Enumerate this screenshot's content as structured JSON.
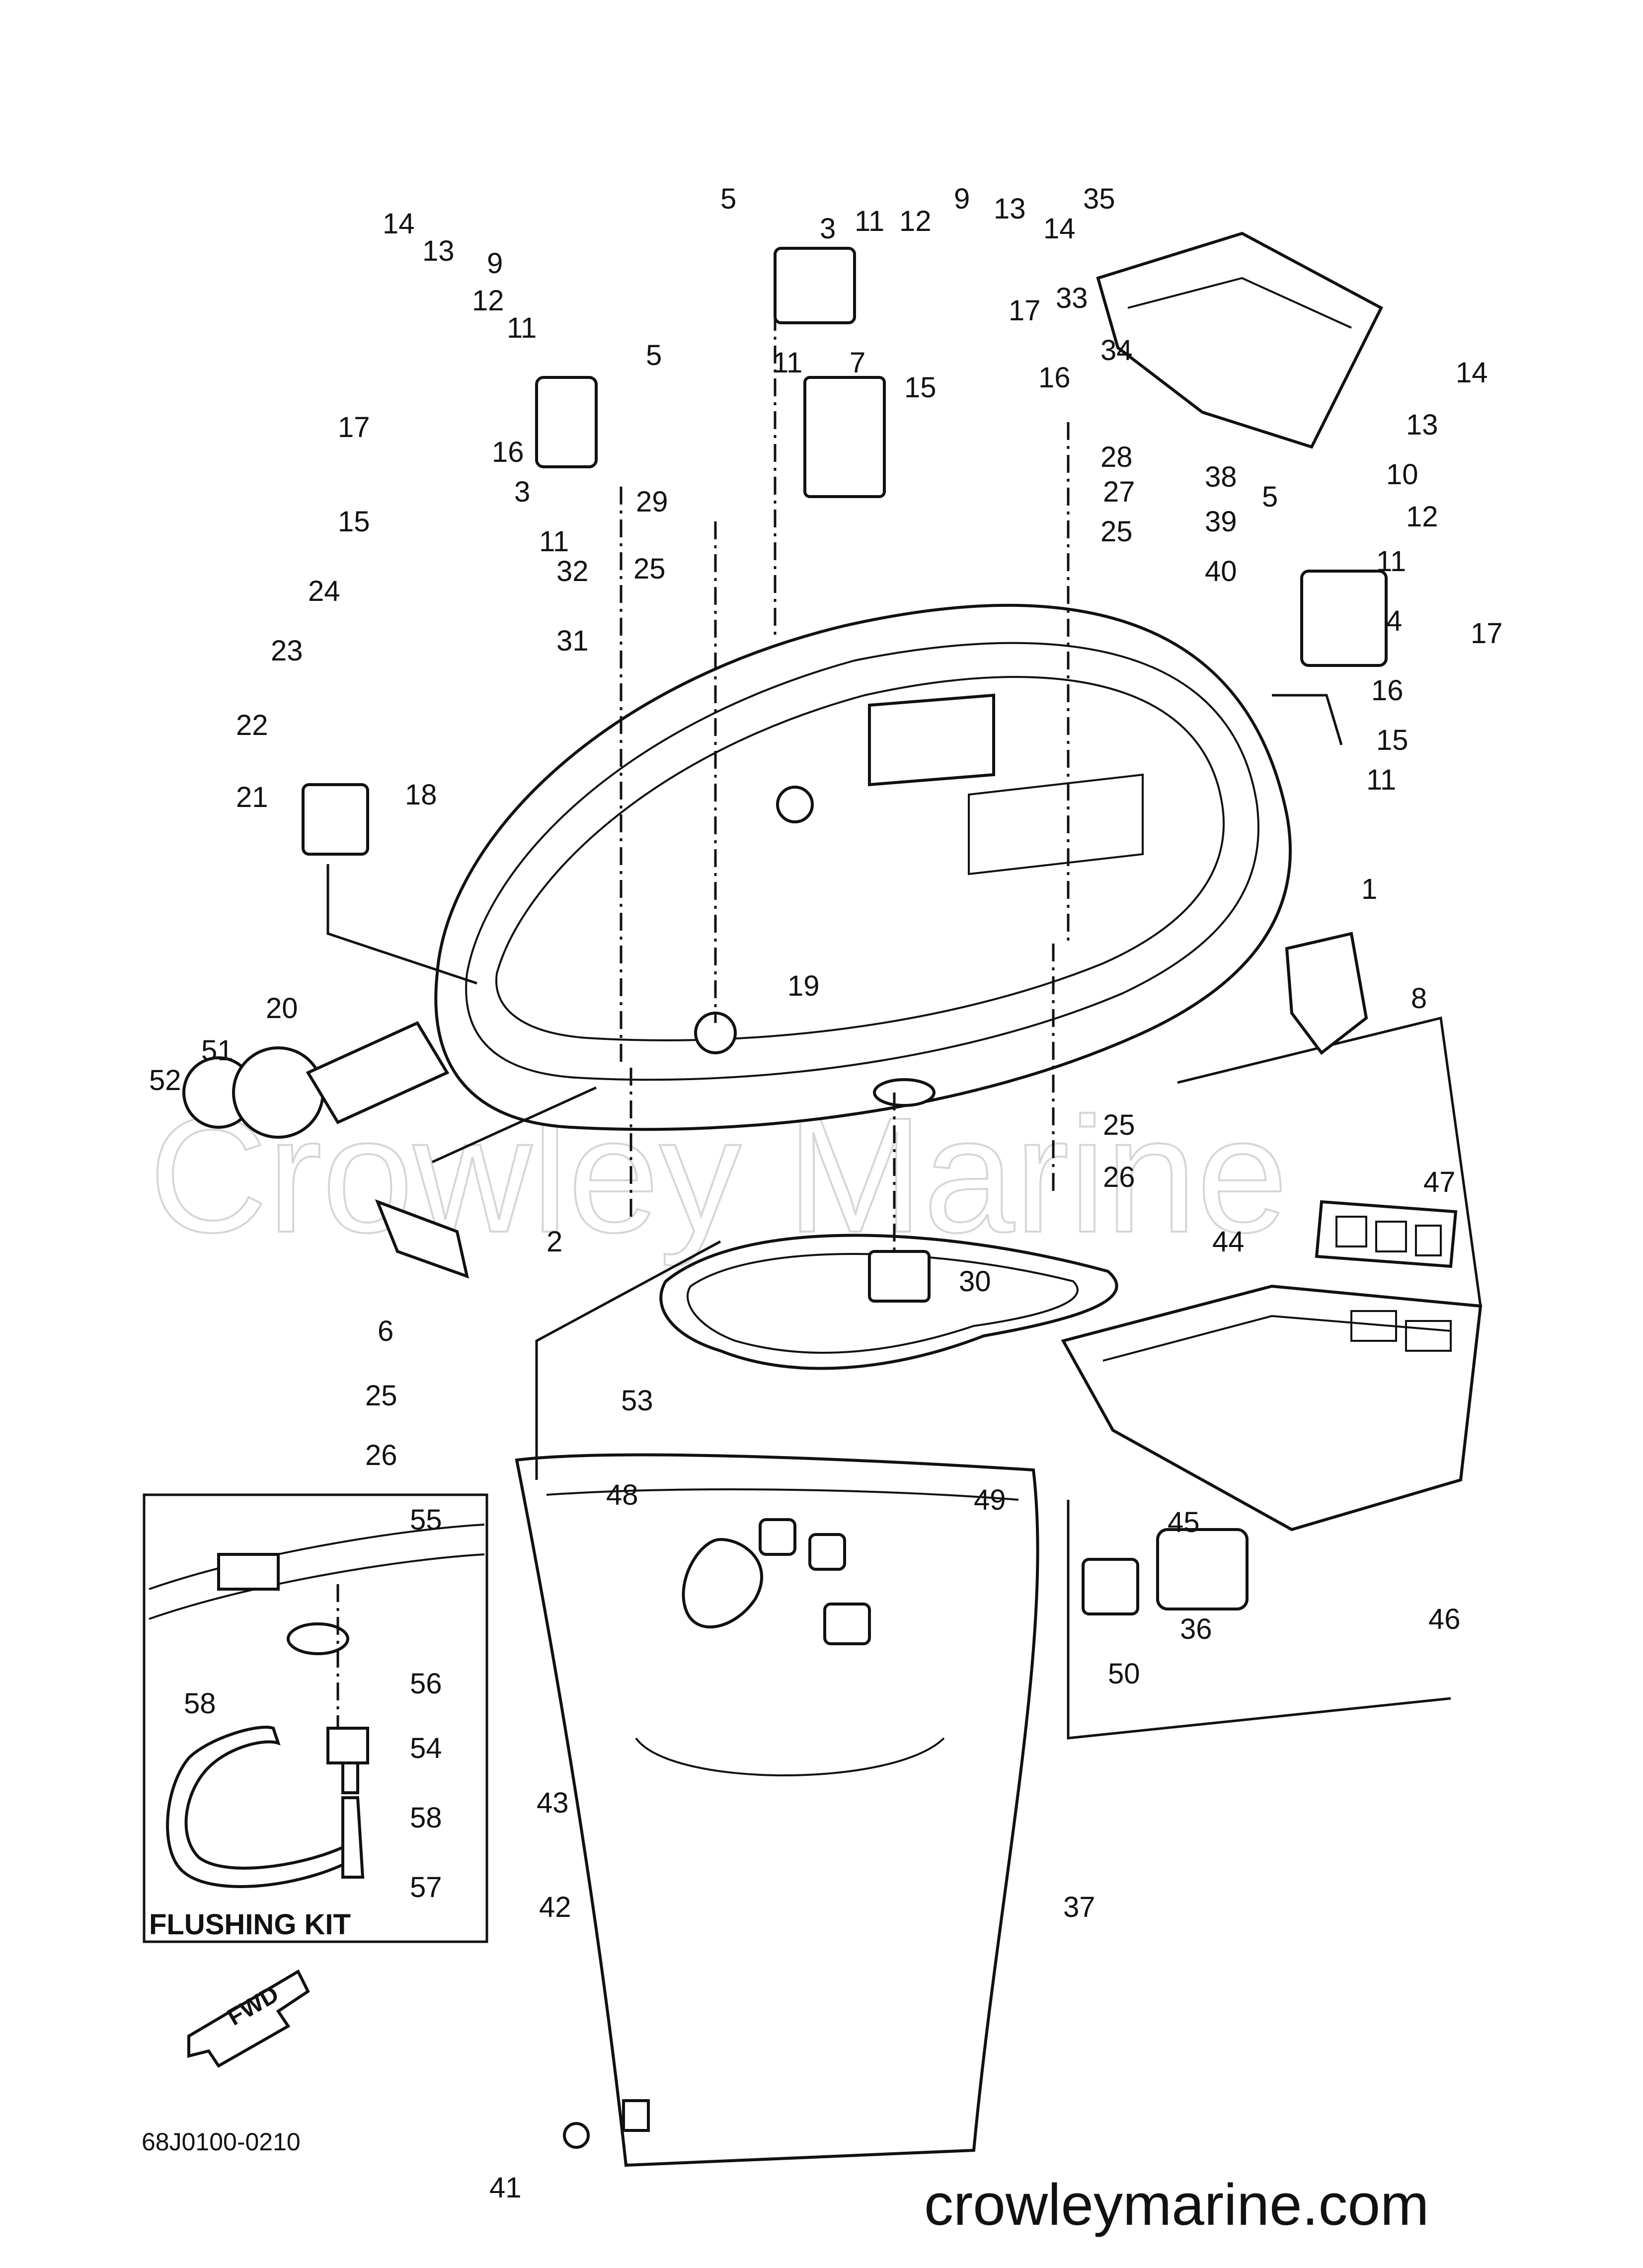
{
  "diagram": {
    "code": "68J0100-0210",
    "inset_title": "FLUSHING KIT",
    "fwd_label": "FWD",
    "watermark": "Crowley Marine",
    "site": "crowleymarine.com"
  },
  "callouts": [
    {
      "n": "1"
    },
    {
      "n": "2"
    },
    {
      "n": "3"
    },
    {
      "n": "3"
    },
    {
      "n": "4"
    },
    {
      "n": "5"
    },
    {
      "n": "5"
    },
    {
      "n": "5"
    },
    {
      "n": "6"
    },
    {
      "n": "7"
    },
    {
      "n": "8"
    },
    {
      "n": "9"
    },
    {
      "n": "9"
    },
    {
      "n": "10"
    },
    {
      "n": "11"
    },
    {
      "n": "11"
    },
    {
      "n": "11"
    },
    {
      "n": "11"
    },
    {
      "n": "11"
    },
    {
      "n": "11"
    },
    {
      "n": "12"
    },
    {
      "n": "12"
    },
    {
      "n": "12"
    },
    {
      "n": "13"
    },
    {
      "n": "13"
    },
    {
      "n": "13"
    },
    {
      "n": "14"
    },
    {
      "n": "14"
    },
    {
      "n": "14"
    },
    {
      "n": "15"
    },
    {
      "n": "15"
    },
    {
      "n": "15"
    },
    {
      "n": "16"
    },
    {
      "n": "16"
    },
    {
      "n": "16"
    },
    {
      "n": "17"
    },
    {
      "n": "17"
    },
    {
      "n": "17"
    },
    {
      "n": "18"
    },
    {
      "n": "19"
    },
    {
      "n": "20"
    },
    {
      "n": "21"
    },
    {
      "n": "22"
    },
    {
      "n": "23"
    },
    {
      "n": "24"
    },
    {
      "n": "25"
    },
    {
      "n": "25"
    },
    {
      "n": "25"
    },
    {
      "n": "25"
    },
    {
      "n": "26"
    },
    {
      "n": "26"
    },
    {
      "n": "27"
    },
    {
      "n": "28"
    },
    {
      "n": "29"
    },
    {
      "n": "30"
    },
    {
      "n": "31"
    },
    {
      "n": "32"
    },
    {
      "n": "33"
    },
    {
      "n": "34"
    },
    {
      "n": "35"
    },
    {
      "n": "36"
    },
    {
      "n": "37"
    },
    {
      "n": "38"
    },
    {
      "n": "39"
    },
    {
      "n": "40"
    },
    {
      "n": "41"
    },
    {
      "n": "42"
    },
    {
      "n": "43"
    },
    {
      "n": "44"
    },
    {
      "n": "45"
    },
    {
      "n": "46"
    },
    {
      "n": "47"
    },
    {
      "n": "48"
    },
    {
      "n": "49"
    },
    {
      "n": "50"
    },
    {
      "n": "51"
    },
    {
      "n": "52"
    },
    {
      "n": "53"
    },
    {
      "n": "54"
    },
    {
      "n": "55"
    },
    {
      "n": "56"
    },
    {
      "n": "57"
    },
    {
      "n": "58"
    },
    {
      "n": "58"
    }
  ]
}
